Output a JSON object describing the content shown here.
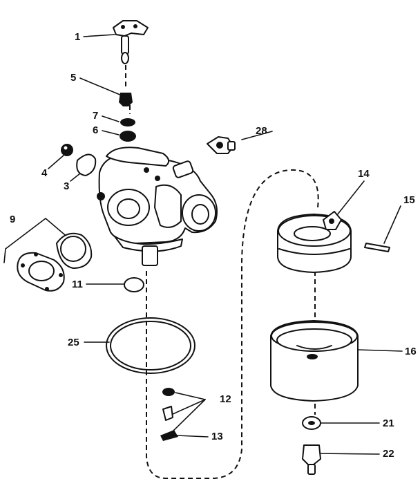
{
  "diagram": {
    "callouts": [
      {
        "id": "c1",
        "text": "1"
      },
      {
        "id": "c5",
        "text": "5"
      },
      {
        "id": "c7",
        "text": "7"
      },
      {
        "id": "c6",
        "text": "6"
      },
      {
        "id": "c28",
        "text": "28"
      },
      {
        "id": "c4",
        "text": "4"
      },
      {
        "id": "c3",
        "text": "3"
      },
      {
        "id": "c9",
        "text": "9"
      },
      {
        "id": "c11",
        "text": "11"
      },
      {
        "id": "c25",
        "text": "25"
      },
      {
        "id": "c12",
        "text": "12"
      },
      {
        "id": "c13",
        "text": "13"
      },
      {
        "id": "c14",
        "text": "14"
      },
      {
        "id": "c15",
        "text": "15"
      },
      {
        "id": "c16",
        "text": "16"
      },
      {
        "id": "c21",
        "text": "21"
      },
      {
        "id": "c22",
        "text": "22"
      }
    ],
    "colors": {
      "ink": "#111111",
      "paper": "#ffffff"
    }
  }
}
